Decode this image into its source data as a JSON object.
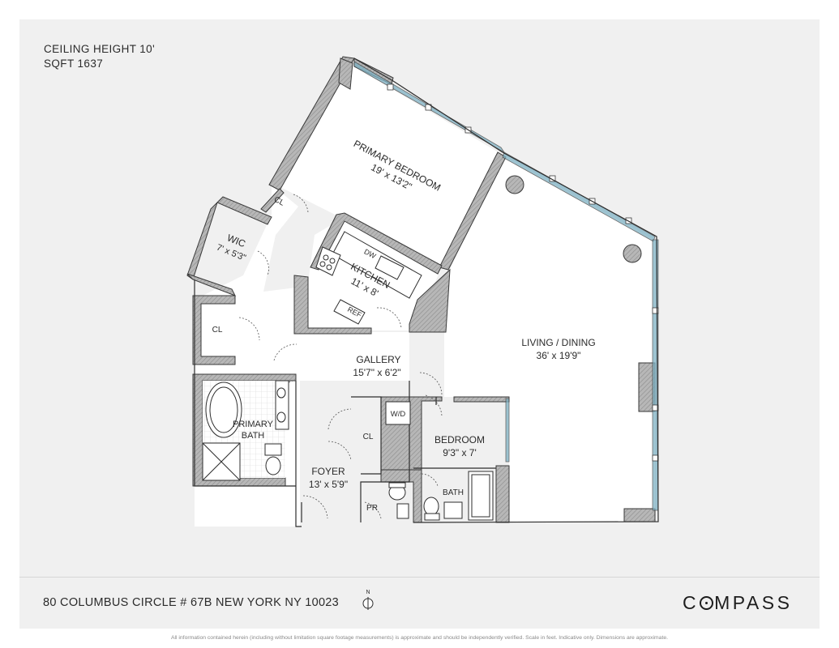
{
  "header": {
    "ceiling": "CEILING HEIGHT  10'",
    "sqft": "SQFT  1637"
  },
  "rooms": {
    "primary_bedroom": {
      "name": "PRIMARY BEDROOM",
      "dims": "19' x 13'2\""
    },
    "cl_top": "CL",
    "wic": {
      "name": "WIC",
      "dims": "7' x 5'3\""
    },
    "kitchen": {
      "name": "KITCHEN",
      "dims": "11' x 8'"
    },
    "dw": "DW",
    "ref": "REF",
    "cl_left": "CL",
    "gallery": {
      "name": "GALLERY",
      "dims": "15'7\" x 6'2\""
    },
    "living": {
      "name": "LIVING / DINING",
      "dims": "36' x 19'9\""
    },
    "primary_bath": {
      "line1": "PRIMARY",
      "line2": "BATH"
    },
    "wd": "W/D",
    "cl_foyer": "CL",
    "bedroom": {
      "name": "BEDROOM",
      "dims": "9'3\" x 7'"
    },
    "foyer": {
      "name": "FOYER",
      "dims": "13' x 5'9\""
    },
    "pr": "PR",
    "bath": "BATH"
  },
  "compass_label": "N",
  "footer": {
    "address": "80 COLUMBUS CIRCLE # 67B NEW YORK NY 10023",
    "brand_pre": "C",
    "brand_post": "MPASS",
    "disclaimer": "All information contained herein (including without limitation square footage measurements) is approximate and should be independently verified. Scale in feet. Indicative only. Dimensions are approximate."
  },
  "colors": {
    "wall": "#a9a9a9",
    "wall_stroke": "#3a3a3a",
    "background": "#f0f0f0",
    "window": "#7fb2c4"
  }
}
